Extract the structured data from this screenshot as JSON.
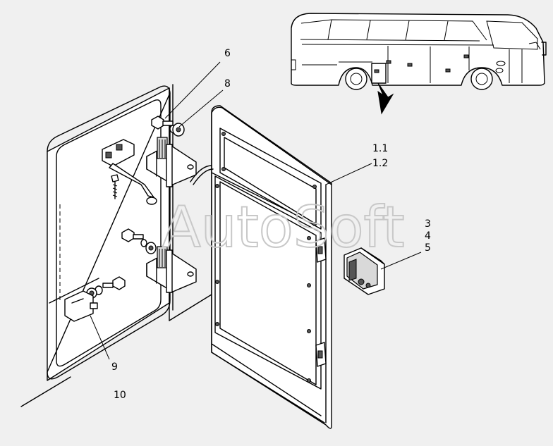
{
  "watermark": "AutoSoft",
  "callouts": {
    "c6": "6",
    "c8": "8",
    "c1_1": "1.1",
    "c1_2": "1.2",
    "c3": "3",
    "c4": "4",
    "c5": "5",
    "c9": "9",
    "c10": "10"
  },
  "colors": {
    "background": "#f0f0f0",
    "line": "#000000",
    "watermark": "#c8c8c8"
  }
}
